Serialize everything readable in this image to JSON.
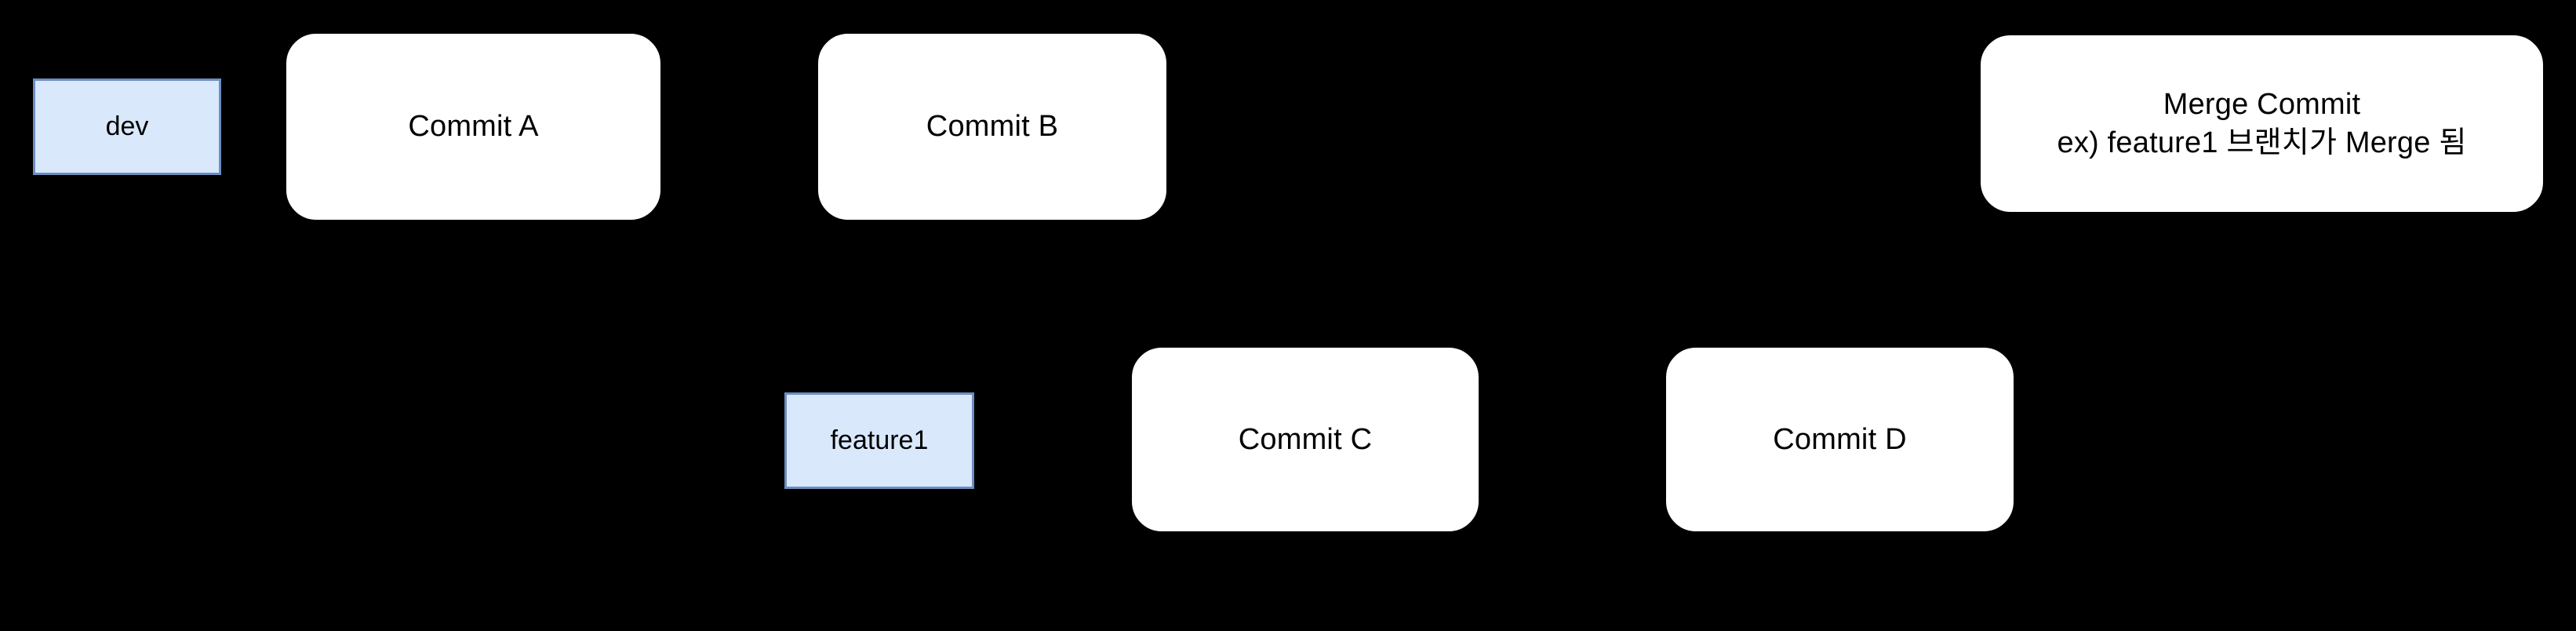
{
  "diagram": {
    "title": "git branch merge diagram",
    "background_color": "#000000",
    "branch_label_fill": "#dae8fc",
    "branch_label_stroke": "#6c8ebf",
    "commit_node_fill": "#ffffff",
    "text_color": "#000000",
    "rows": [
      {
        "name": "dev-branch-row",
        "branch_label": "dev",
        "commits": [
          "Commit A",
          "Commit B",
          "Merge Commit"
        ]
      },
      {
        "name": "feature1-branch-row",
        "branch_label": "feature1",
        "commits": [
          "Commit C",
          "Commit D"
        ]
      }
    ],
    "nodes": {
      "dev": {
        "label": "dev",
        "type": "branch-label"
      },
      "commit_a": {
        "label": "Commit A",
        "type": "commit"
      },
      "commit_b": {
        "label": "Commit B",
        "type": "commit"
      },
      "merge_commit": {
        "line1": "Merge Commit",
        "line2": "ex) feature1 브랜치가 Merge 됨",
        "type": "commit"
      },
      "feature1": {
        "label": "feature1",
        "type": "branch-label"
      },
      "commit_c": {
        "label": "Commit C",
        "type": "commit"
      },
      "commit_d": {
        "label": "Commit D",
        "type": "commit"
      }
    }
  }
}
